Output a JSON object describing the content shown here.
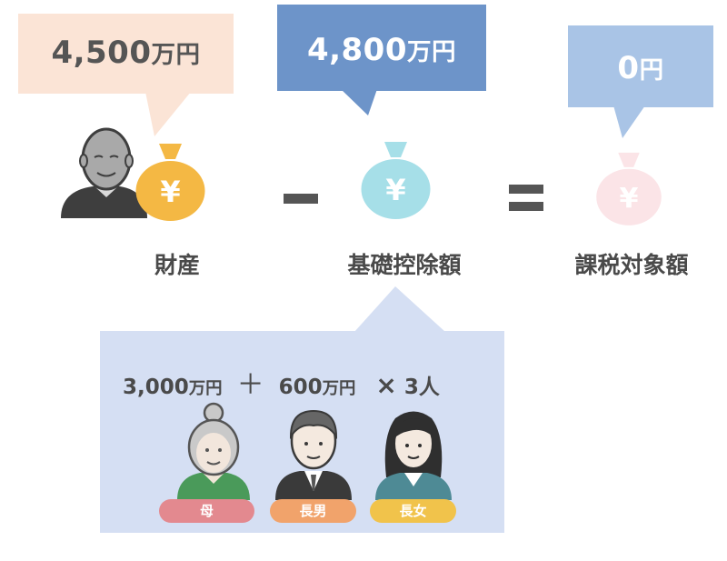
{
  "assets": {
    "amount": "4,500",
    "unit": "万円",
    "label": "財産",
    "bubble_color": "#fbe4d6",
    "bag_color": "#f4b844"
  },
  "deduction": {
    "amount": "4,800",
    "unit": "万円",
    "label": "基礎控除額",
    "bubble_color": "#6d94c9",
    "bag_color": "#a6dfe8"
  },
  "taxable": {
    "amount": "0",
    "unit": "円",
    "label": "課税対象額",
    "bubble_color": "#a9c4e6",
    "bag_color": "#fbe4e7"
  },
  "operators": {
    "minus": "minus-sign",
    "equals": "equals-sign"
  },
  "currency_symbol": "¥",
  "formula": {
    "base_amount": "3,000",
    "base_unit": "万円",
    "plus": "＋",
    "per_heir_amount": "600",
    "per_heir_unit": "万円",
    "times": "×",
    "heir_count": "3人",
    "panel_color": "#d5dff3"
  },
  "heirs": [
    {
      "label": "母",
      "color": "#e3898f"
    },
    {
      "label": "長男",
      "color": "#f1a36b"
    },
    {
      "label": "長女",
      "color": "#f1c34b"
    }
  ]
}
